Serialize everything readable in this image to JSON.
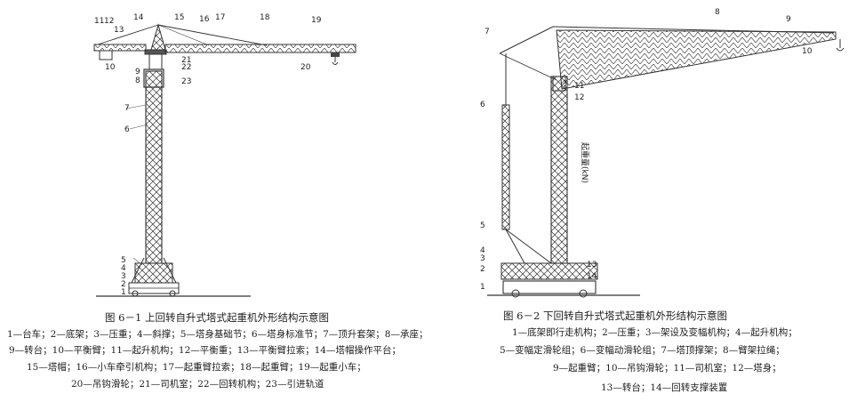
{
  "figure_left": {
    "caption": "图 6－1  上回转自升式塔式起重机外形结构示意图",
    "legend": [
      "1—台车；2—底架；3—压重；4—斜撑；5—塔身基础节；6—塔身标准节；7—顶升套架；8—承座；",
      "9—转台；10—平衡臂；11—起升机构；12—平衡重；13—平衡臂拉索；14—塔帽操作平台；",
      "15—塔帽；16—小车牵引机构；17—起重臂拉索；18—起重臂；19—起重小车；",
      "20—吊钩滑轮；21—司机室；22—回转机构；23—引进轨道"
    ],
    "callouts": [
      "1",
      "2",
      "3",
      "4",
      "5",
      "6",
      "7",
      "8",
      "9",
      "10",
      "11",
      "12",
      "13",
      "14",
      "15",
      "16",
      "17",
      "18",
      "19",
      "20",
      "21",
      "22",
      "23"
    ]
  },
  "figure_right": {
    "caption": "图 6－2  下回转自升式塔式起重机外形结构示意图",
    "legend": [
      "1—底架即行走机构；2—压重；3—架设及变幅机构；4—起升机构；",
      "5—变幅定滑轮组；6—变幅动滑轮组；7—塔顶撑架；8—臂架拉绳；",
      "9—起重臂；10—吊钩滑轮；11—司机室；12—塔身；",
      "13—转台；14—回转支撑装置"
    ],
    "axis_text": "起重量(kN)",
    "callouts": [
      "1",
      "2",
      "3",
      "4",
      "5",
      "6",
      "7",
      "8",
      "9",
      "10",
      "11",
      "12",
      "13",
      "14"
    ]
  }
}
